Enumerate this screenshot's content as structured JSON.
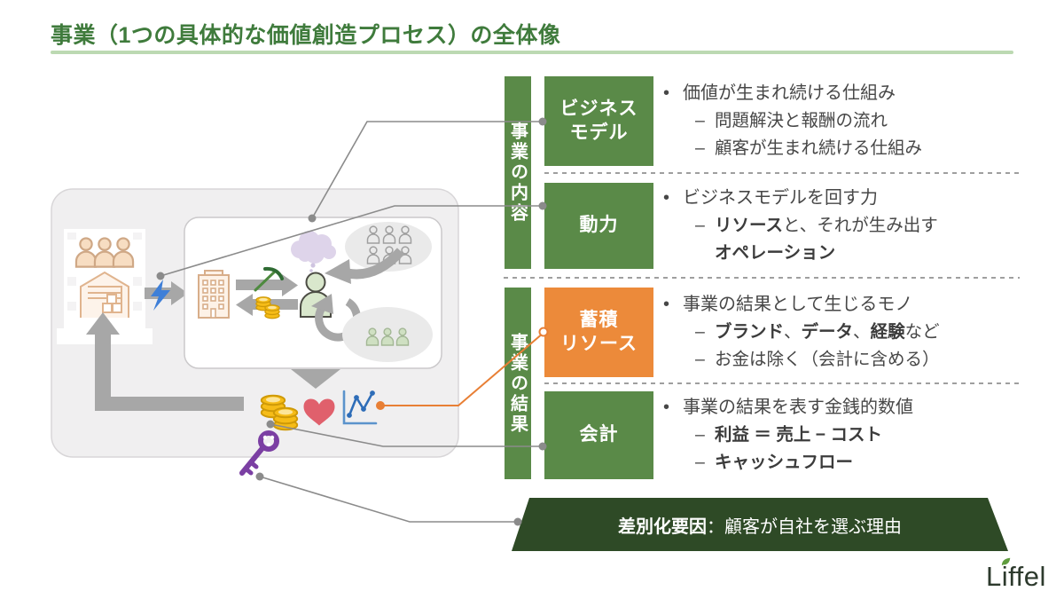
{
  "title": "事業（1つの具体的な価値創造プロセス）の全体像",
  "logo": {
    "text": "Liffel"
  },
  "colors": {
    "box_green": "#5a8a48",
    "banner_dark_green": "#2e4a26",
    "accent_orange": "#ec8a3a",
    "title_green": "#3f7b3c",
    "underline_green": "#bcd9b2",
    "connector_gray": "#8b8b8b",
    "connector_orange": "#e87f35"
  },
  "side_groups": [
    {
      "label": "事業の内容"
    },
    {
      "label": "事業の結果"
    }
  ],
  "rows": [
    {
      "box": "ビジネス\nモデル",
      "bullets": [
        {
          "marker": "•",
          "segments": [
            {
              "t": "価値が生まれ続ける仕組み"
            }
          ]
        },
        {
          "marker": "–",
          "segments": [
            {
              "t": "問題解決と報酬の流れ"
            }
          ]
        },
        {
          "marker": "–",
          "segments": [
            {
              "t": "顧客が生まれ続ける仕組み"
            }
          ]
        }
      ]
    },
    {
      "box": "動力",
      "bullets": [
        {
          "marker": "•",
          "segments": [
            {
              "t": "ビジネスモデルを回す力"
            }
          ]
        },
        {
          "marker": "–",
          "segments": [
            {
              "t": "リソース"
            },
            {
              "t": "と、それが生み出す"
            }
          ]
        },
        {
          "marker": "",
          "segments": [
            {
              "t": "オペレーション"
            }
          ]
        }
      ]
    },
    {
      "box": "蓄積\nリソース",
      "bullets": [
        {
          "marker": "•",
          "segments": [
            {
              "t": "事業の結果として生じるモノ"
            }
          ]
        },
        {
          "marker": "–",
          "segments": [
            {
              "t": "ブランド"
            },
            {
              "t": "、"
            },
            {
              "t": "データ"
            },
            {
              "t": "、"
            },
            {
              "t": "経験"
            },
            {
              "t": "など"
            }
          ]
        },
        {
          "marker": "–",
          "segments": [
            {
              "t": "お金は除く（会計に含める）"
            }
          ]
        }
      ]
    },
    {
      "box": "会計",
      "bullets": [
        {
          "marker": "•",
          "segments": [
            {
              "t": "事業の結果を表す金銭的数値"
            }
          ]
        },
        {
          "marker": "–",
          "segments": [
            {
              "t": "利益 ＝ 売上 − コスト"
            }
          ]
        },
        {
          "marker": "–",
          "segments": [
            {
              "t": "キャッシュフロー"
            }
          ]
        }
      ]
    }
  ],
  "banner": {
    "bold": "差別化要因",
    "rest": "：顧客が自社を選ぶ理由"
  },
  "diagram": {
    "icons": [
      "factory-workers",
      "warehouse",
      "feedback-arrow",
      "lightning-bolt",
      "company-building",
      "pickaxe",
      "coins-small",
      "worker-person",
      "idea-cloud",
      "customers-outline-group",
      "customers-green-group",
      "cycle-arrow",
      "output-down-arrow",
      "coins-stack",
      "heart",
      "line-chart",
      "key"
    ]
  }
}
